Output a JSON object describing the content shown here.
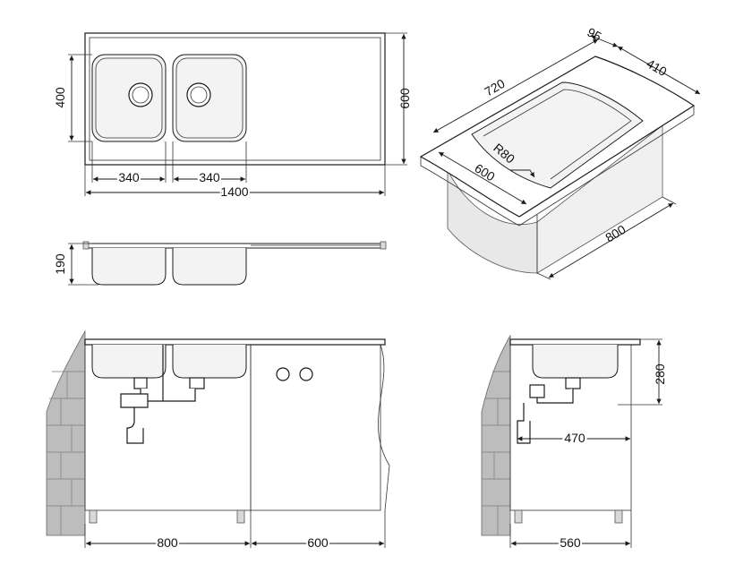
{
  "plan_view": {
    "dim_overall_width": "1400",
    "dim_overall_depth": "600",
    "dim_bowl_depth": "400",
    "dim_bowl_left_width": "340",
    "dim_bowl_right_width": "340"
  },
  "side_section": {
    "dim_height": "190"
  },
  "iso_view": {
    "dim_offset": "95",
    "dim_top_depth": "410",
    "dim_length": "720",
    "dim_radius": "R80",
    "dim_depth": "600",
    "dim_cabinet": "800"
  },
  "front_install": {
    "dim_cabinet_width": "800",
    "dim_extension": "600"
  },
  "side_install": {
    "dim_bowl_drop": "280",
    "dim_trap_depth": "470",
    "dim_cabinet_depth": "560"
  }
}
